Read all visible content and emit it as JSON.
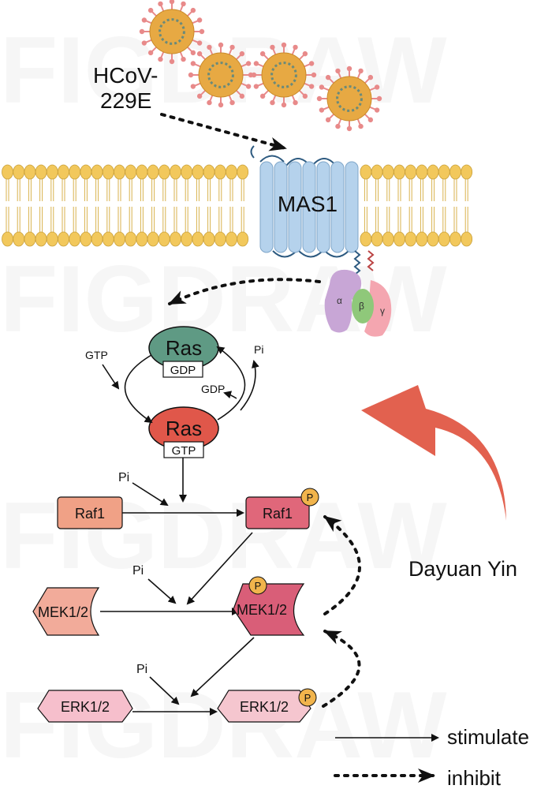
{
  "virus": {
    "label_line1": "HCoV-",
    "label_line2": "229E"
  },
  "receptor": {
    "label": "MAS1"
  },
  "g_protein": {
    "alpha": "α",
    "beta": "β",
    "gamma": "γ"
  },
  "ras_cycle": {
    "ras_gdp": {
      "name": "Ras",
      "tag": "GDP"
    },
    "ras_gtp": {
      "name": "Ras",
      "tag": "GTP"
    },
    "gtp_in": "GTP",
    "gdp_out": "GDP",
    "pi_out": "Pi"
  },
  "cascade": {
    "raf": "Raf1",
    "raf_p": "Raf1",
    "mek": "MEK1/2",
    "mek_p": "MEK1/2",
    "erk": "ERK1/2",
    "erk_p": "ERK1/2",
    "pi": "Pi",
    "phospho": "P"
  },
  "drug": {
    "label": "Dayuan Yin"
  },
  "legend": {
    "stimulate": "stimulate",
    "inhibit": "inhibit"
  },
  "colors": {
    "virus_body": "#e7a943",
    "virus_spike": "#e88a8a",
    "lipid_head": "#f2c85c",
    "receptor": "#b5d2ec",
    "ras_gdp": "#5f9a84",
    "ras_gtp": "#e0574a",
    "raf": "#f0a186",
    "raf_p": "#e0677a",
    "mek": "#f2ab9a",
    "mek_p": "#d95e78",
    "erk": "#f6bfcc",
    "erk_p": "#f5c6cf",
    "phospho": "#f1b44c",
    "drug_arrow": "#e2614f",
    "g_alpha": "#c8a6d6",
    "g_beta": "#8fc87a",
    "g_gamma": "#f4a6b0"
  }
}
